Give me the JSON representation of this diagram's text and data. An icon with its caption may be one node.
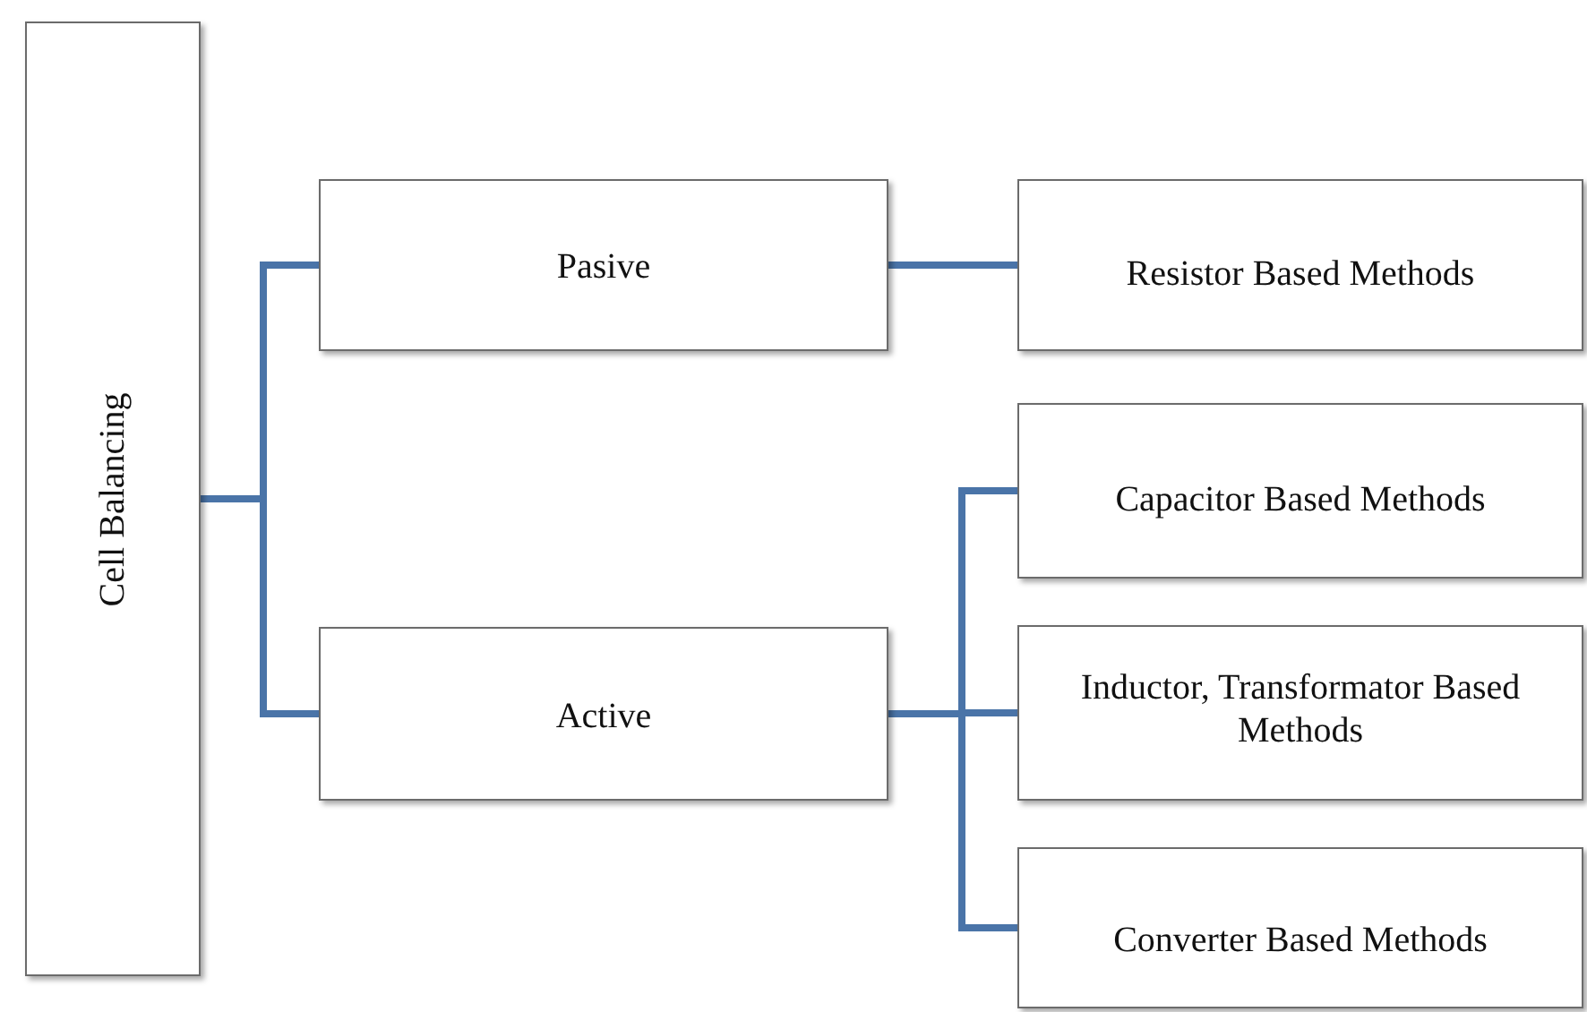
{
  "diagram": {
    "nodes": [
      {
        "text": [
          "Cell Balancing"
        ]
      },
      {
        "text": [
          "Pasive"
        ]
      },
      {
        "text": [
          "Active"
        ]
      },
      {
        "text": [
          "Resistor Based Methods"
        ]
      },
      {
        "text": [
          "Capacitor Based Methods"
        ]
      },
      {
        "text": [
          "Inductor, Transformator Based Methods"
        ]
      },
      {
        "text": [
          "Converter Based Methods"
        ]
      }
    ],
    "edges": [
      {
        "from": 0,
        "to": 1,
        "arrow": "none"
      },
      {
        "from": 0,
        "to": 2,
        "arrow": "none"
      },
      {
        "from": 1,
        "to": 3,
        "arrow": "none"
      },
      {
        "from": 2,
        "to": 4,
        "arrow": "none"
      },
      {
        "from": 2,
        "to": 5,
        "arrow": "none"
      },
      {
        "from": 2,
        "to": 6,
        "arrow": "none"
      }
    ]
  }
}
